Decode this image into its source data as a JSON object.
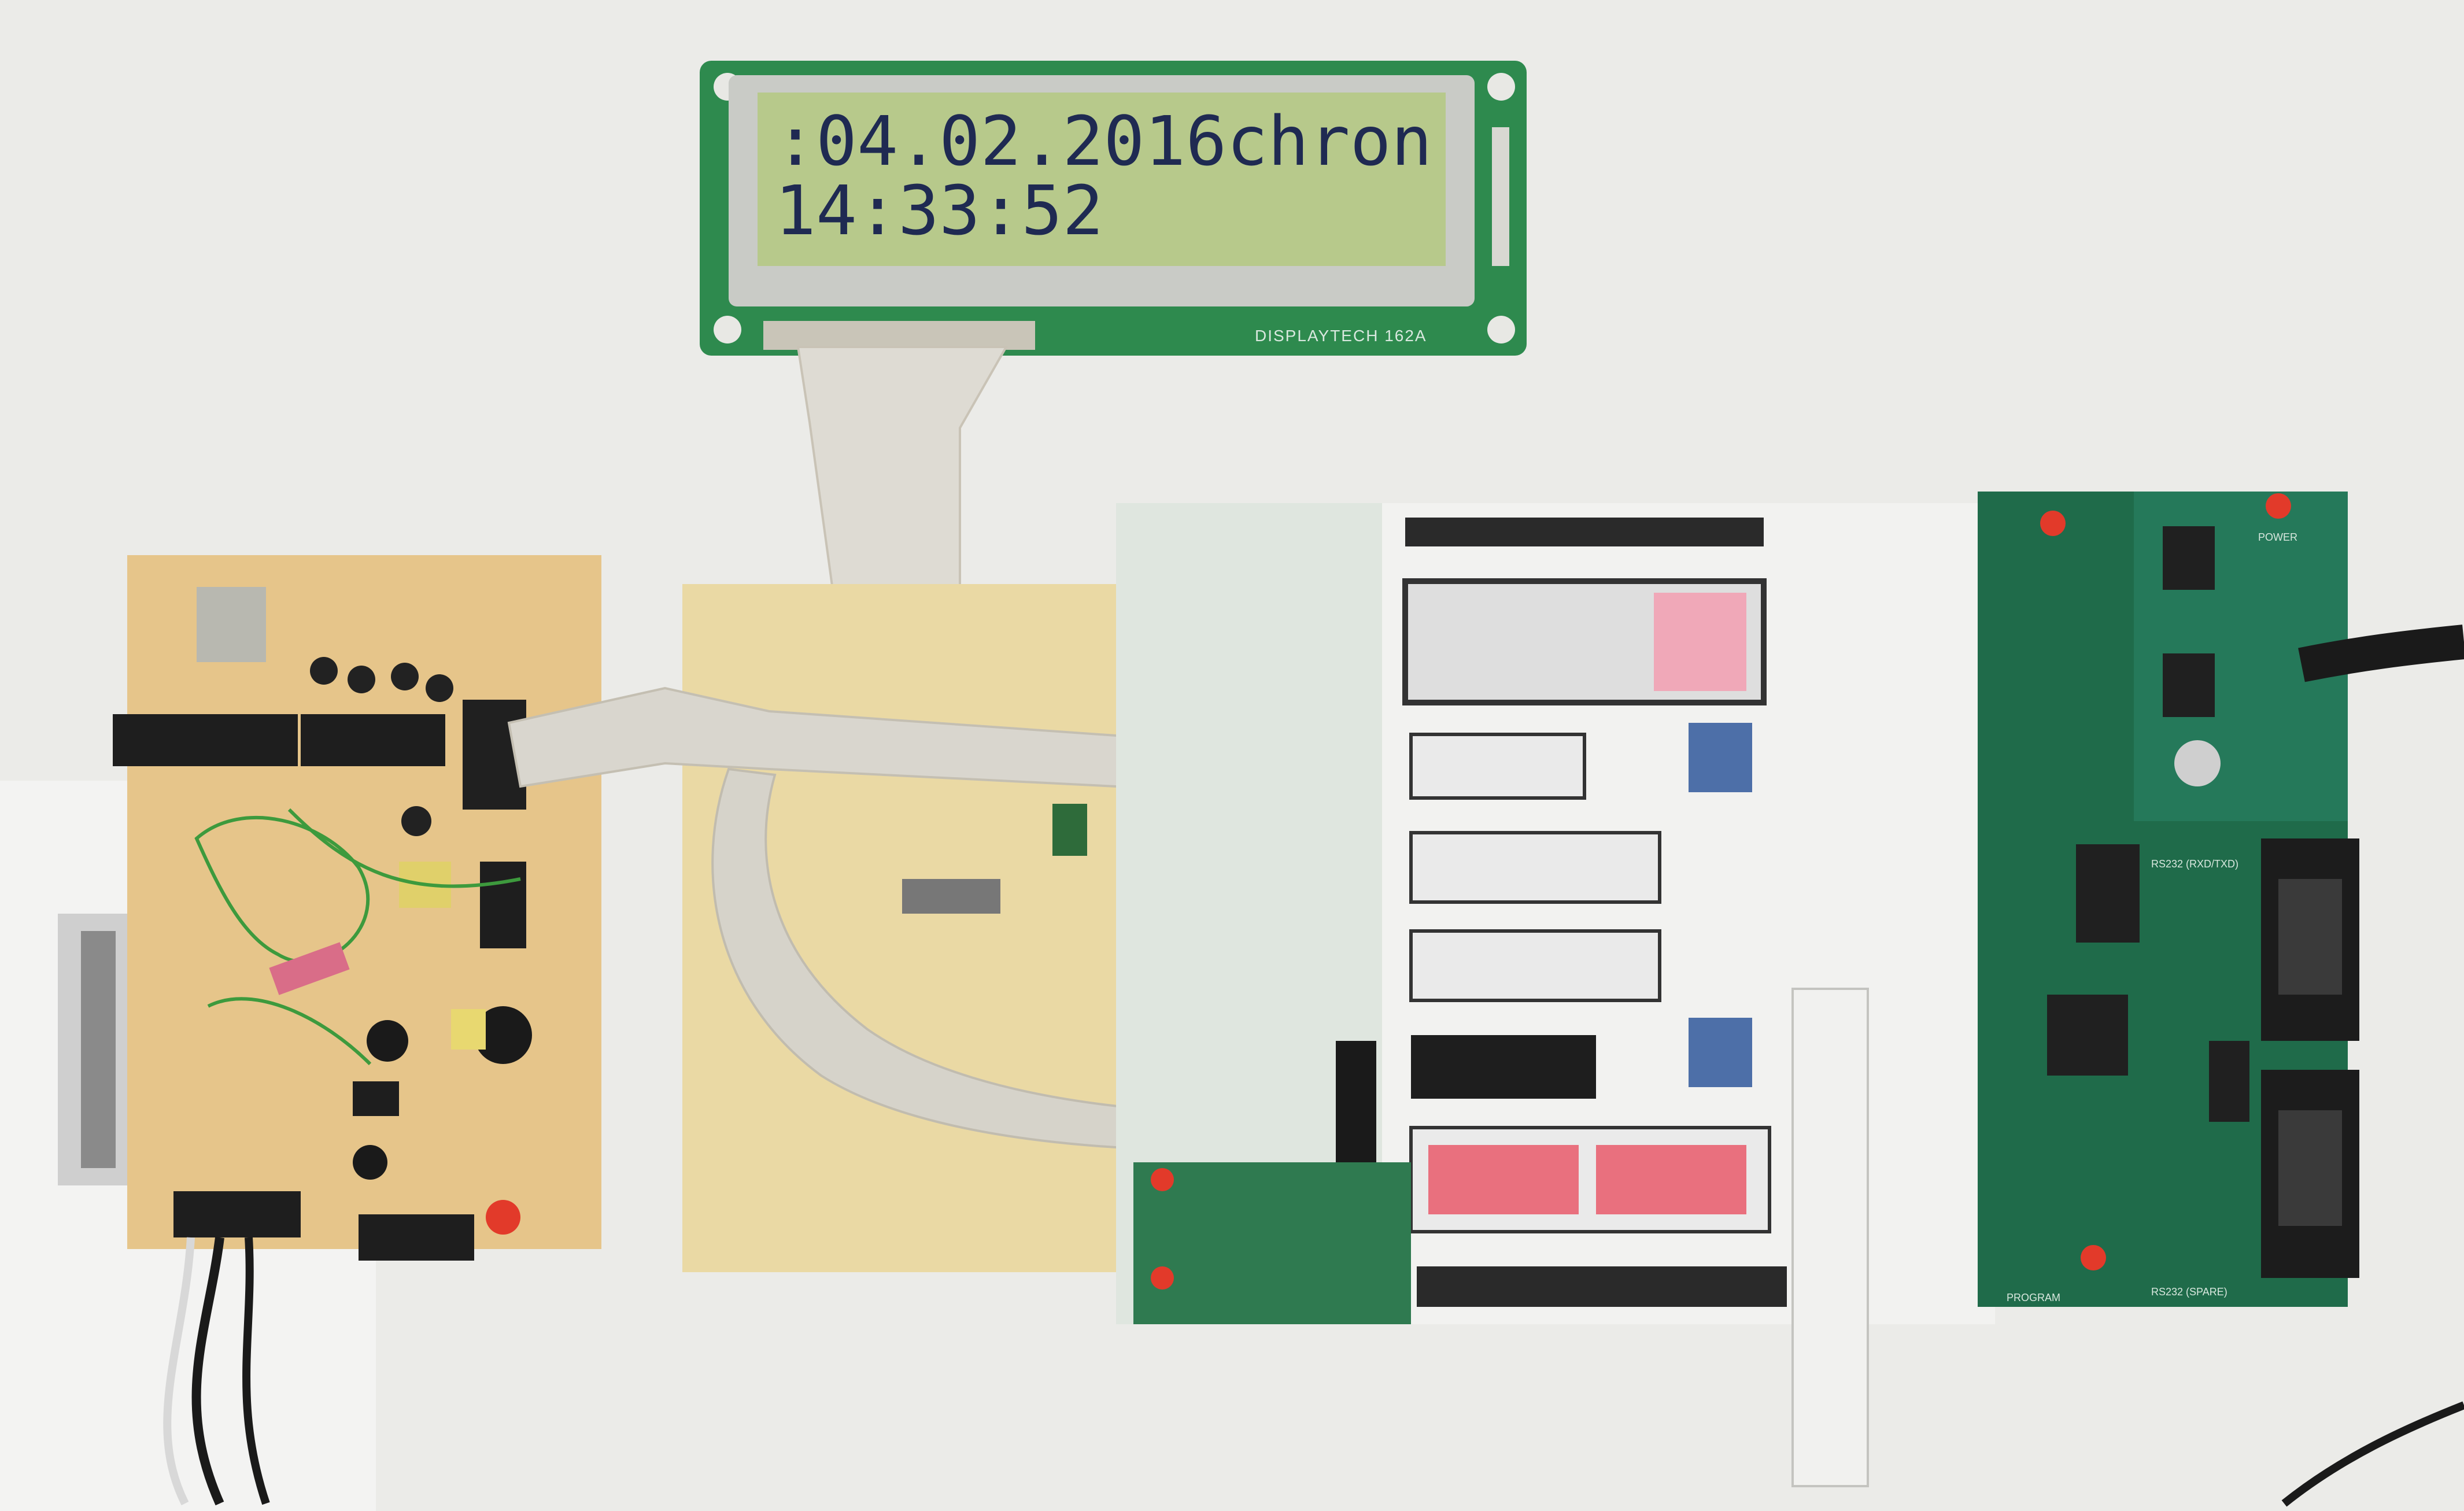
{
  "lcd": {
    "line1": ":04.02.2016chron",
    "line2": " 14:33:52",
    "brand": "DISPLAYTECH 162A"
  },
  "main_board": {
    "label_power": "POWER",
    "label_program": "PROGRAM",
    "label_rs232_a": "RS232 (RXD/TXD)",
    "label_rs232_b": "RS232 (SPARE)"
  },
  "colors": {
    "lcd_backlight": "#b7c98b",
    "lcd_text": "#1f2a52",
    "pcb_green": "#1f6b4a",
    "proto_board": "#e6c58a",
    "ribbon": "#d9d6ce",
    "dev_board": "#f2f2f0",
    "ic_black": "#1e1e1e",
    "led_red": "#e23a2a"
  }
}
